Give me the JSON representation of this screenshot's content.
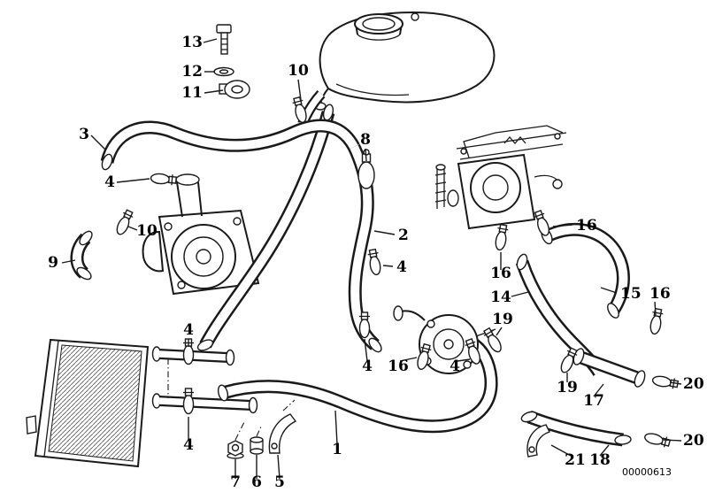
{
  "diagram": {
    "drawing_number": "00000613",
    "background_color": "#ffffff",
    "line_color": "#1a1a1a",
    "callouts": [
      {
        "part": "13"
      },
      {
        "part": "12"
      },
      {
        "part": "11"
      },
      {
        "part": "10"
      },
      {
        "part": "3"
      },
      {
        "part": "4"
      },
      {
        "part": "10"
      },
      {
        "part": "9"
      },
      {
        "part": "8"
      },
      {
        "part": "2"
      },
      {
        "part": "4"
      },
      {
        "part": "16"
      },
      {
        "part": "16"
      },
      {
        "part": "14"
      },
      {
        "part": "15"
      },
      {
        "part": "16"
      },
      {
        "part": "19"
      },
      {
        "part": "4"
      },
      {
        "part": "4"
      },
      {
        "part": "16"
      },
      {
        "part": "4"
      },
      {
        "part": "19"
      },
      {
        "part": "17"
      },
      {
        "part": "20"
      },
      {
        "part": "20"
      },
      {
        "part": "21"
      },
      {
        "part": "18"
      },
      {
        "part": "1"
      },
      {
        "part": "7"
      },
      {
        "part": "6"
      },
      {
        "part": "5"
      },
      {
        "part": "4"
      }
    ]
  }
}
